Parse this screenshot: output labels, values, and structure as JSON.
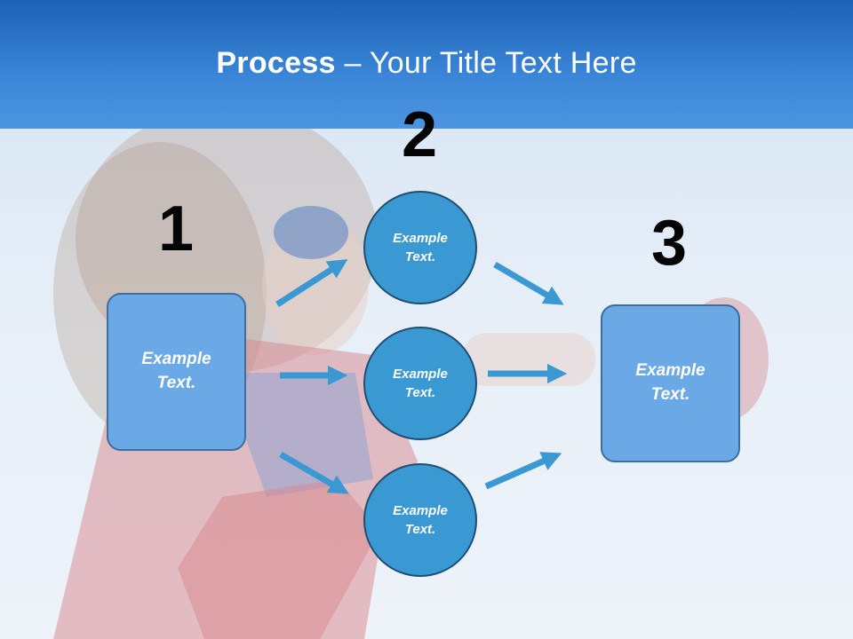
{
  "title": {
    "bold": "Process",
    "rest": " – Your Title Text Here"
  },
  "steps": {
    "one": "1",
    "two": "2",
    "three": "3"
  },
  "nodes": {
    "left_box": "Example\nText.",
    "circle_top": "Example\nText.",
    "circle_mid": "Example\nText.",
    "circle_bottom": "Example\nText.",
    "right_box": "Example\nText."
  },
  "colors": {
    "header": "#2a73c8",
    "box": "#6aa9e6",
    "circle": "#3a98d2",
    "arrow": "#3a98d2"
  }
}
